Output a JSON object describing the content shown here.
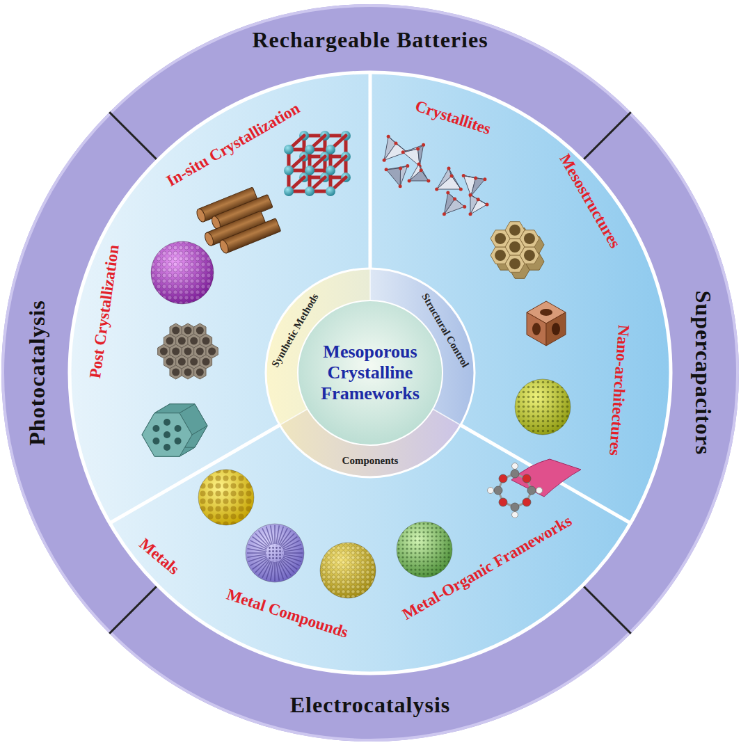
{
  "diagram": {
    "nodes": [
      {
        "text": [
          "Rechargeable Batteries"
        ]
      },
      {
        "text": [
          "Supercapacitors"
        ]
      },
      {
        "text": [
          "Electrocatalysis"
        ]
      },
      {
        "text": [
          "Photocatalysis"
        ]
      },
      {
        "text": [
          "In-situ Crystallization",
          "Post Crystallization"
        ]
      },
      {
        "text": [
          "Crystallites",
          "Mesostructures",
          "Nano-architectures"
        ]
      },
      {
        "text": [
          "Metals",
          "Metal Compounds",
          "Metal-Organic Frameworks"
        ]
      },
      {
        "text": [
          "Synthetic Methods"
        ]
      },
      {
        "text": [
          "Structural Control"
        ]
      },
      {
        "text": [
          "Components"
        ]
      },
      {
        "text": [
          "Mesoporous Crystalline Frameworks"
        ]
      }
    ]
  }
}
